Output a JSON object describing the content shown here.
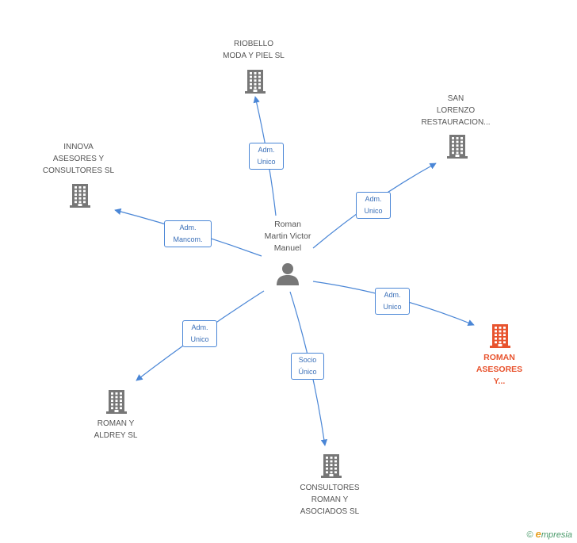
{
  "colors": {
    "edge": "#4a86d6",
    "building": "#777777",
    "highlight": "#e8542f",
    "person": "#777777"
  },
  "center": {
    "label_lines": [
      "Roman",
      "Martin Victor",
      "Manuel"
    ],
    "icon": "person-icon"
  },
  "nodes": [
    {
      "id": "riobello",
      "label_lines": [
        "RIOBELLO",
        "MODA Y PIEL  SL"
      ],
      "highlight": false
    },
    {
      "id": "san-lorenzo",
      "label_lines": [
        "SAN",
        "LORENZO",
        "RESTAURACION..."
      ],
      "highlight": false
    },
    {
      "id": "innova",
      "label_lines": [
        "INNOVA",
        "ASESORES Y",
        "CONSULTORES SL"
      ],
      "highlight": false
    },
    {
      "id": "roman-asesores",
      "label_lines": [
        "ROMAN",
        "ASESORES",
        "Y..."
      ],
      "highlight": true
    },
    {
      "id": "roman-aldrey",
      "label_lines": [
        "ROMAN Y",
        "ALDREY SL"
      ],
      "highlight": false
    },
    {
      "id": "consultores-roman",
      "label_lines": [
        "CONSULTORES",
        "ROMAN Y",
        "ASOCIADOS SL"
      ],
      "highlight": false
    }
  ],
  "edges": [
    {
      "to": "riobello",
      "label_lines": [
        "Adm.",
        "Unico"
      ]
    },
    {
      "to": "san-lorenzo",
      "label_lines": [
        "Adm.",
        "Unico"
      ]
    },
    {
      "to": "innova",
      "label_lines": [
        "Adm.",
        "Mancom."
      ]
    },
    {
      "to": "roman-asesores",
      "label_lines": [
        "Adm.",
        "Unico"
      ]
    },
    {
      "to": "roman-aldrey",
      "label_lines": [
        "Adm.",
        "Unico"
      ]
    },
    {
      "to": "consultores-roman",
      "label_lines": [
        "Socio",
        "Único"
      ]
    }
  ],
  "footer": {
    "copyright": "©",
    "brand_first": "e",
    "brand_rest": "mpresia"
  }
}
